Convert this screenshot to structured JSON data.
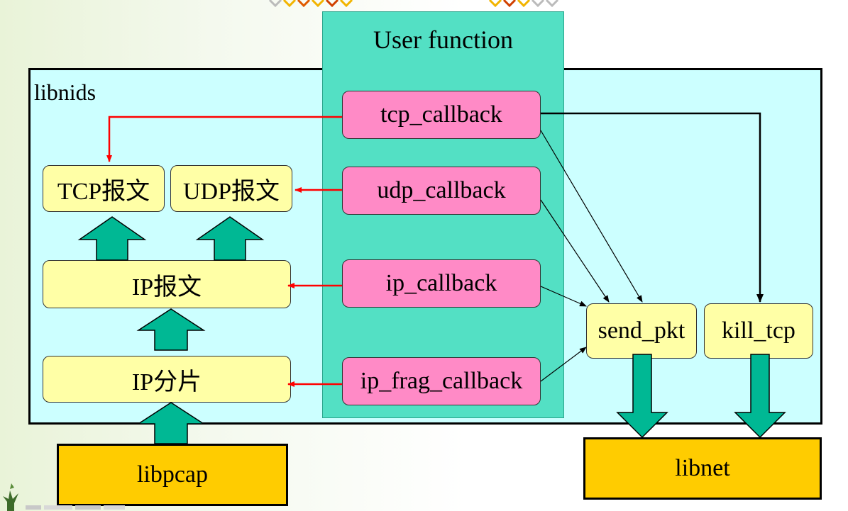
{
  "diagram": {
    "user_function": "User function",
    "libnids": "libnids",
    "callbacks": {
      "tcp": "tcp_callback",
      "udp": "udp_callback",
      "ip": "ip_callback",
      "ip_frag": "ip_frag_callback"
    },
    "packets": {
      "tcp": "TCP报文",
      "udp": "UDP报文",
      "ip": "IP报文",
      "ip_frag": "IP分片"
    },
    "functions": {
      "send_pkt": "send_pkt",
      "kill_tcp": "kill_tcp"
    },
    "libraries": {
      "libpcap": "libpcap",
      "libnet": "libnet"
    }
  },
  "colors": {
    "libnids_bg": "#ccffff",
    "user_function_bg": "#53e0c4",
    "callback": "#ff8ac6",
    "packet": "#ffffa6",
    "library": "#ffcc00",
    "flow_arrow": "#00b894",
    "callback_arrow": "#ff0000"
  }
}
